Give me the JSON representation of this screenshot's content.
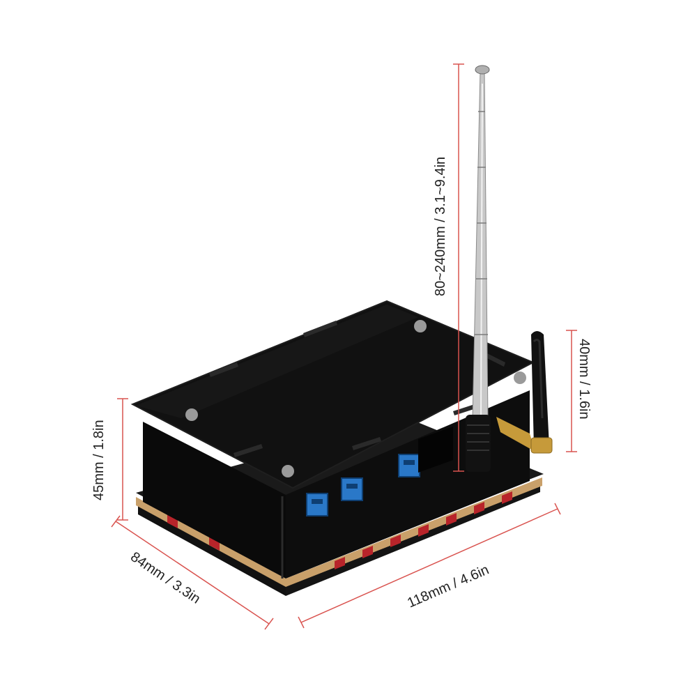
{
  "dimensions": {
    "telescopic_antenna_length": "80~240mm / 3.1~9.4in",
    "small_antenna_height": "40mm / 1.6in",
    "case_height": "45mm / 1.8in",
    "case_depth": "84mm / 3.3in",
    "case_width": "118mm / 4.6in"
  },
  "colors": {
    "background": "#ffffff",
    "dimension_line": "#d9534f",
    "case_body": "#0b0b0b",
    "usb_port": "#2a78c8",
    "base_plate_edge": "#c9a06a",
    "antenna_metal": "#c8c8c8",
    "sma_connector": "#c69a3a"
  }
}
